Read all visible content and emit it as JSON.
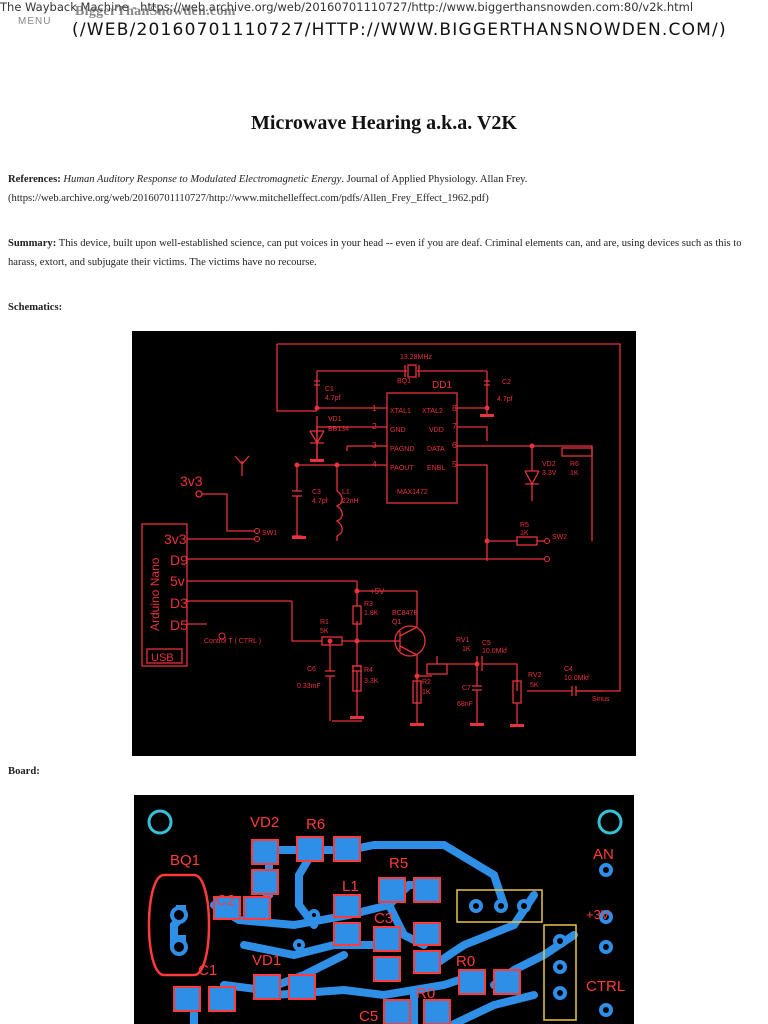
{
  "wayback": {
    "bar_text": "The Wayback Machine - https://web.archive.org/web/20160701110727/http://www.biggerthansnowden.com:80/v2k.html",
    "logo": "BiggerThanSnowden.com",
    "menu": "MENU",
    "url_heading": "(/WEB/20160701110727/HTTP://WWW.BIGGERTHANSNOWDEN.COM/)"
  },
  "article": {
    "title": "Microwave Hearing a.k.a. V2K",
    "references_label": "References:",
    "references_title": "Human Auditory Response to Modulated Electromagnetic Energy",
    "references_rest": ". Journal of Applied Physiology. Allan Frey.",
    "references_url": "(https://web.archive.org/web/20160701110727/http://www.mitchelleffect.com/pdfs/Allen_Frey_Effect_1962.pdf)",
    "summary_label": "Summary:",
    "summary_text": "This device, built upon well-established science, can put voices in your head -- even if you are deaf. Criminal elements can, and are, using devices such as this to harass, extort, and subjugate their victims. The victims have no recourse.",
    "schematics_label": "Schematics:",
    "board_label": "Board:"
  },
  "schematic": {
    "labels": {
      "crystal_freq": "13.28MHz",
      "bq1": "BQ1",
      "dd1": "DD1",
      "c1": "C1",
      "c1_val": "4.7pf",
      "c2": "C2",
      "c2_val": "4.7pf",
      "vd1": "VD1",
      "vd1_val": "BB134",
      "c3": "C3",
      "c3_val": "4.7pf",
      "l1": "L1",
      "l1_val": "22nH",
      "pin1": "1",
      "pin2": "2",
      "pin3": "3",
      "pin4": "4",
      "pin5": "5",
      "pin6": "6",
      "pin7": "7",
      "pin8": "8",
      "xtal1": "XTAL1",
      "xtal2": "XTAL2",
      "gnd": "GND",
      "vdd": "VDD",
      "pagnd": "PAGND",
      "data": "DATA",
      "paout": "PAOUT",
      "enbl": "ENBL",
      "ic": "MAX1472",
      "vd2": "VD2",
      "vd2_val": "3.3V",
      "r6": "R6",
      "r6_val": "1K",
      "r5": "R5",
      "r5_val": "1K",
      "sw1": "SW1",
      "sw2": "SW2",
      "v3v3": "3v3",
      "nano_3v3": "3v3",
      "nano_d9": "D9",
      "nano_5v": "5v",
      "nano_d3": "D3",
      "nano_d5": "D5",
      "nano": "Arduino Nano",
      "usb": "USB",
      "control": "Control T ( CTRL )",
      "plus5v": "+5V",
      "r3": "R3",
      "r3_val": "1.8K",
      "q1": "BC847B",
      "q1_name": "Q1",
      "r1": "R1",
      "r1_val": "5K",
      "rv1": "RV1",
      "rv1_val": "1K",
      "c5": "C5",
      "c5_val": "10.0Mkf",
      "c6": "C6",
      "c6_val": "0.33mF",
      "r4": "R4",
      "r4_val": "3.3K",
      "r2": "R2",
      "r2_val": "1K",
      "c7": "C7",
      "c7_val": "68nF",
      "rv2": "RV2",
      "rv2_val": "5K",
      "c4": "C4",
      "c4_val": "10.0Mkf",
      "sinus": "Sinus"
    }
  },
  "board": {
    "labels": {
      "vd2": "VD2",
      "r6": "R6",
      "bq1": "BQ1",
      "r5": "R5",
      "an": "AN",
      "c2": "C2",
      "l1": "L1",
      "c3": "C3",
      "plus3v": "+3V",
      "c1": "C1",
      "vd1": "VD1",
      "r0a": "R0",
      "ctrl": "CTRL",
      "r0b": "R0",
      "c5": "C5"
    }
  },
  "colors": {
    "schematic_line": "#e8323c",
    "board_pad": "#2f8fe6",
    "board_silk": "#ff3a3a",
    "board_hole": "#35c2d8",
    "board_outline": "#e8c547"
  }
}
